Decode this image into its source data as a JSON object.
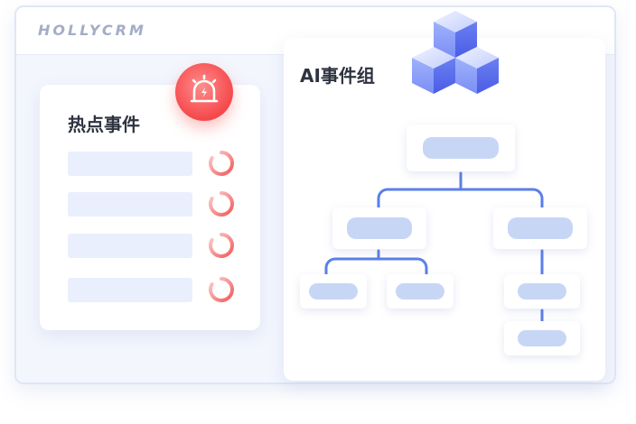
{
  "brand": {
    "name": "HOLLYCRM"
  },
  "hot_events": {
    "title": "热点事件",
    "rows": 4,
    "accent": "#f5484b",
    "icon": "alarm-light-icon"
  },
  "ai_events": {
    "title": "AI事件组",
    "line_color": "#5b7fe8",
    "node_color": "#c8d6f6",
    "icon": "cubes-icon"
  },
  "colors": {
    "window_bg": "#f3f6fd",
    "bar": "#e9effc",
    "brand_text": "#a4adc6"
  }
}
